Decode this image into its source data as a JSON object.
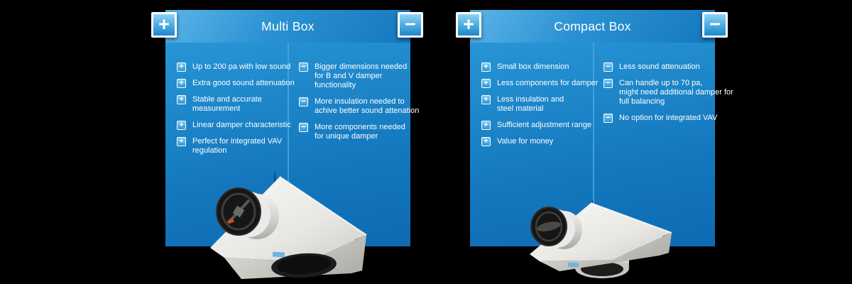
{
  "background_color": "#000000",
  "symbols": {
    "plus": "+",
    "minus": "−"
  },
  "colors": {
    "header_gradient_start": "#5cb5e8",
    "header_gradient_end": "#1478be",
    "body_gradient_start": "#2795d5",
    "body_gradient_end": "#0d6ab2",
    "divider": "#4ba6dd",
    "button_fill": "#56b1e4",
    "text": "#ffffff",
    "metal_light": "#f5f4f1",
    "metal_shadow": "#b9b8b3",
    "label_blue": "#74b2dc"
  },
  "panels": [
    {
      "title": "Multi Box",
      "pros": [
        {
          "lines": [
            "Up to 200 pa with low sound"
          ]
        },
        {
          "lines": [
            "Extra good sound attenuation"
          ]
        },
        {
          "lines": [
            "Stable and accurate",
            "measurement"
          ]
        },
        {
          "lines": [
            "Linear damper characteristic"
          ]
        },
        {
          "lines": [
            "Perfect for integrated VAV",
            "regulation"
          ]
        }
      ],
      "cons": [
        {
          "lines": [
            "Bigger dimensions needed",
            "for B and V damper",
            "functionality"
          ]
        },
        {
          "lines": [
            "More insulation needed to",
            "achive better sound attenation"
          ]
        },
        {
          "lines": [
            "More components needed",
            "for unique damper"
          ]
        }
      ],
      "product_image": "multi-box-ventilation-unit"
    },
    {
      "title": "Compact Box",
      "pros": [
        {
          "lines": [
            "Small box dimension"
          ]
        },
        {
          "lines": [
            "Less components for damper"
          ]
        },
        {
          "lines": [
            "Less insulation and",
            "steel material"
          ]
        },
        {
          "lines": [
            "Sufficient adjustment range"
          ]
        },
        {
          "lines": [
            "Value for money"
          ]
        }
      ],
      "cons": [
        {
          "lines": [
            "Less sound attenuation"
          ]
        },
        {
          "lines": [
            "Can handle up to 70 pa,",
            "might need additional damper for",
            "full balancing"
          ]
        },
        {
          "lines": [
            "No option for integrated VAV"
          ]
        }
      ],
      "product_image": "compact-box-ventilation-unit"
    }
  ]
}
